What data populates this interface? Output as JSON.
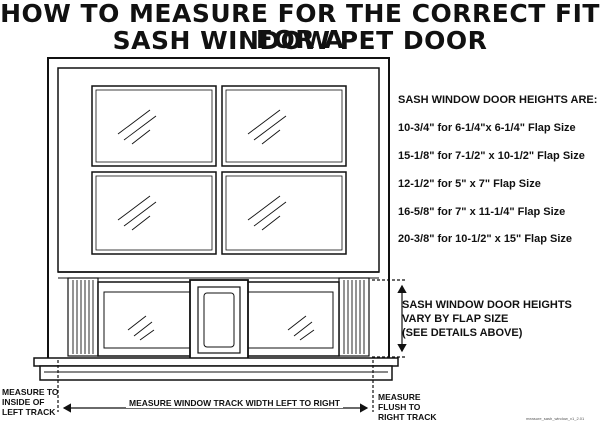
{
  "title": {
    "line1": "HOW TO MEASURE FOR THE CORRECT FIT FOR A",
    "line2": "SASH WINDOW PET DOOR"
  },
  "heights": {
    "heading": "SASH WINDOW DOOR HEIGHTS ARE:",
    "items": [
      "10-3/4\" for 6-1/4\"x 6-1/4\" Flap Size",
      "15-1/8\" for 7-1/2\" x 10-1/2\" Flap Size",
      "12-1/2\" for 5\" x 7\" Flap Size",
      "16-5/8\" for 7\" x 11-1/4\" Flap Size",
      "20-3/8\" for 10-1/2\" x 15\" Flap Size"
    ]
  },
  "note": {
    "line1": "SASH WINDOW DOOR HEIGHTS",
    "line2": "VARY BY FLAP SIZE",
    "line3": "(SEE DETAILS ABOVE)"
  },
  "measure": {
    "left_line1": "MEASURE TO",
    "left_line2": "INSIDE OF",
    "left_line3": "LEFT TRACK",
    "center": "MEASURE WINDOW TRACK WIDTH LEFT TO RIGHT",
    "right_line1": "MEASURE",
    "right_line2": "FLUSH TO",
    "right_line3": "RIGHT TRACK"
  },
  "footer": {
    "code": "measure_sash_window_v1_2.01"
  }
}
